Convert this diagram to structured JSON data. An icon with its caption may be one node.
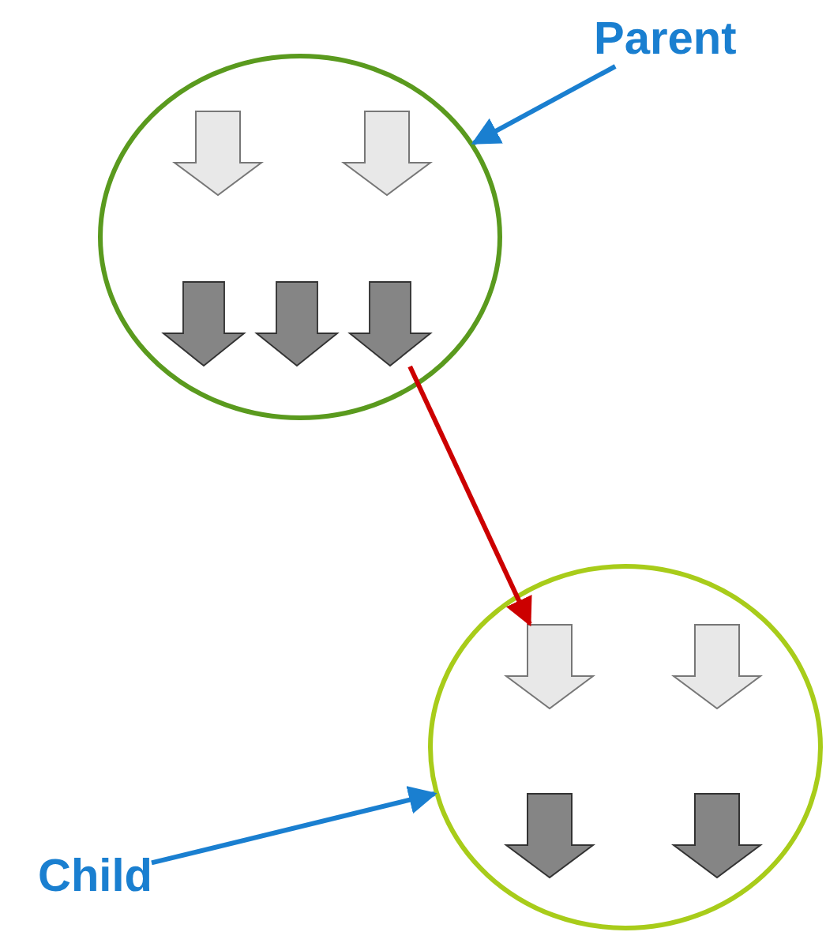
{
  "diagram": {
    "nodes": [
      {
        "text": [
          "Parent"
        ]
      },
      {
        "text": [],
        "shape": "circle"
      },
      {
        "text": [],
        "shape": "arrow",
        "in": 1
      },
      {
        "text": [],
        "shape": "arrow",
        "in": 1
      },
      {
        "text": [],
        "shape": "arrow",
        "in": 1
      },
      {
        "text": [],
        "shape": "arrow",
        "in": 1
      },
      {
        "text": [],
        "shape": "arrow",
        "in": 1
      },
      {
        "text": [],
        "shape": "circle"
      },
      {
        "text": [],
        "shape": "arrow",
        "in": 7
      },
      {
        "text": [],
        "shape": "arrow",
        "in": 7
      },
      {
        "text": [],
        "shape": "arrow",
        "in": 7
      },
      {
        "text": [],
        "shape": "arrow",
        "in": 7
      },
      {
        "text": [
          "Child"
        ]
      }
    ],
    "edges": [
      {
        "from": 0,
        "to": 1,
        "arrow": "to"
      },
      {
        "from": 6,
        "to": 8,
        "arrow": "to",
        "color": "#cc0000"
      },
      {
        "from": 12,
        "to": 7,
        "arrow": "to"
      }
    ]
  }
}
